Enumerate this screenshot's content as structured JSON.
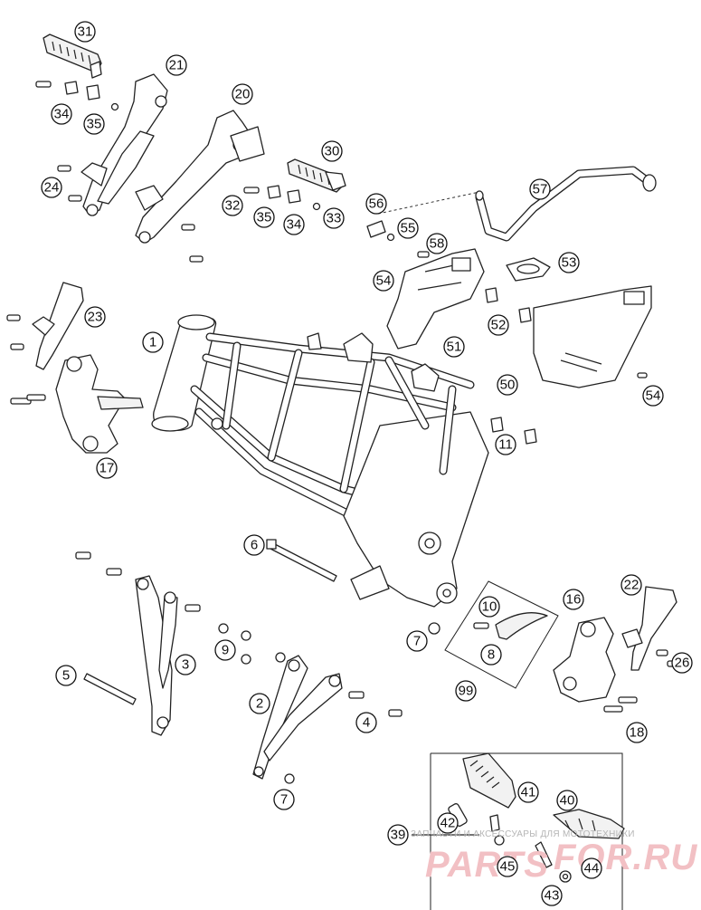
{
  "diagram": {
    "callouts": [
      "31",
      "21",
      "20",
      "34",
      "35",
      "24",
      "30",
      "32",
      "35",
      "34",
      "33",
      "56",
      "55",
      "57",
      "58",
      "53",
      "54",
      "23",
      "1",
      "52",
      "51",
      "54",
      "50",
      "11",
      "17",
      "6",
      "10",
      "8",
      "22",
      "16",
      "7",
      "9",
      "3",
      "5",
      "2",
      "4",
      "99",
      "26",
      "18",
      "7",
      "41",
      "40",
      "42",
      "39",
      "45",
      "44",
      "43"
    ]
  },
  "watermark": {
    "top_text": "ЗАПЧАСТИ И АКСЕССУАРЫ ДЛЯ МОТОТЕХНИКИ",
    "brand_left": "PARTS",
    "brand_right": "FOR.RU",
    "brand_color": "#e8a1a8"
  }
}
